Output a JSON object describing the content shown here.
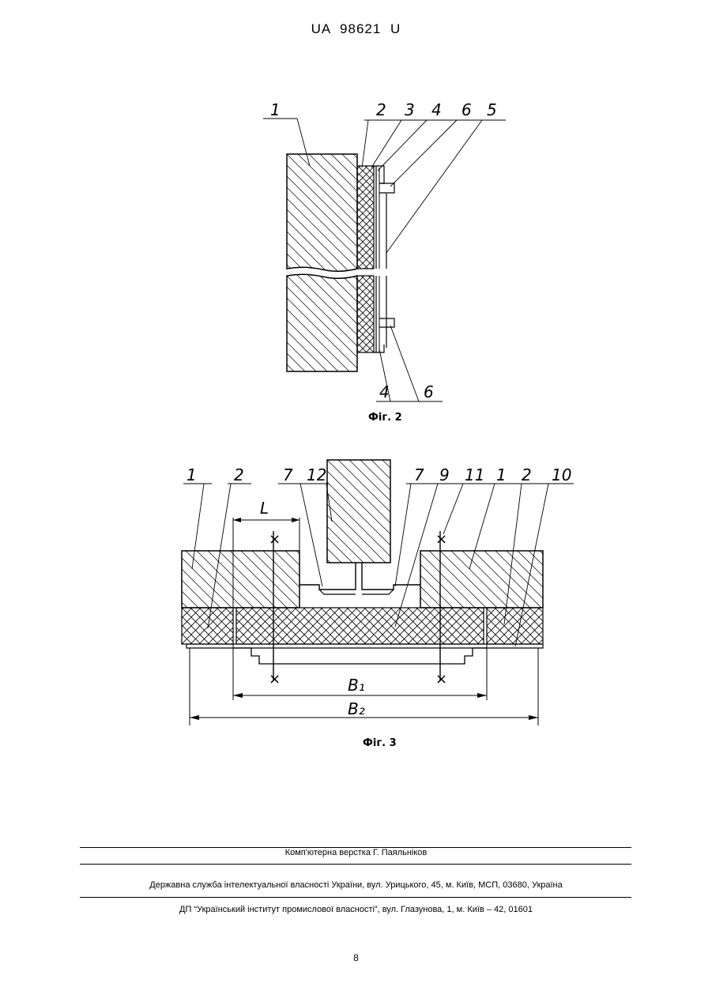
{
  "header": {
    "patent_number": "UA   98621   U"
  },
  "figure2": {
    "caption": "Фіг. 2",
    "labels": {
      "l1": "1",
      "l2": "2",
      "l3": "3",
      "l4": "4",
      "l6": "6",
      "l5": "5",
      "l4b": "4",
      "l6b": "6"
    }
  },
  "figure3": {
    "caption": "Фіг. 3",
    "labels": {
      "l1a": "1",
      "l2a": "2",
      "l7a": "7",
      "l12": "12",
      "l7b": "7",
      "l9": "9",
      "l11": "11",
      "l1b": "1",
      "l2b": "2",
      "l10": "10"
    },
    "dimensions": {
      "L": "L",
      "B1": "B₁",
      "B2": "B₂"
    }
  },
  "footer": {
    "layout_credit": "Комп'ютерна верстка Г. Паяльніков",
    "agency": "Державна служба інтелектуальної власності України, вул. Урицького, 45, м. Київ, МСП, 03680, Україна",
    "institute": "ДП “Український інститут промислової власності”, вул. Глазунова, 1, м. Київ – 42, 01601"
  },
  "page_number": "8"
}
